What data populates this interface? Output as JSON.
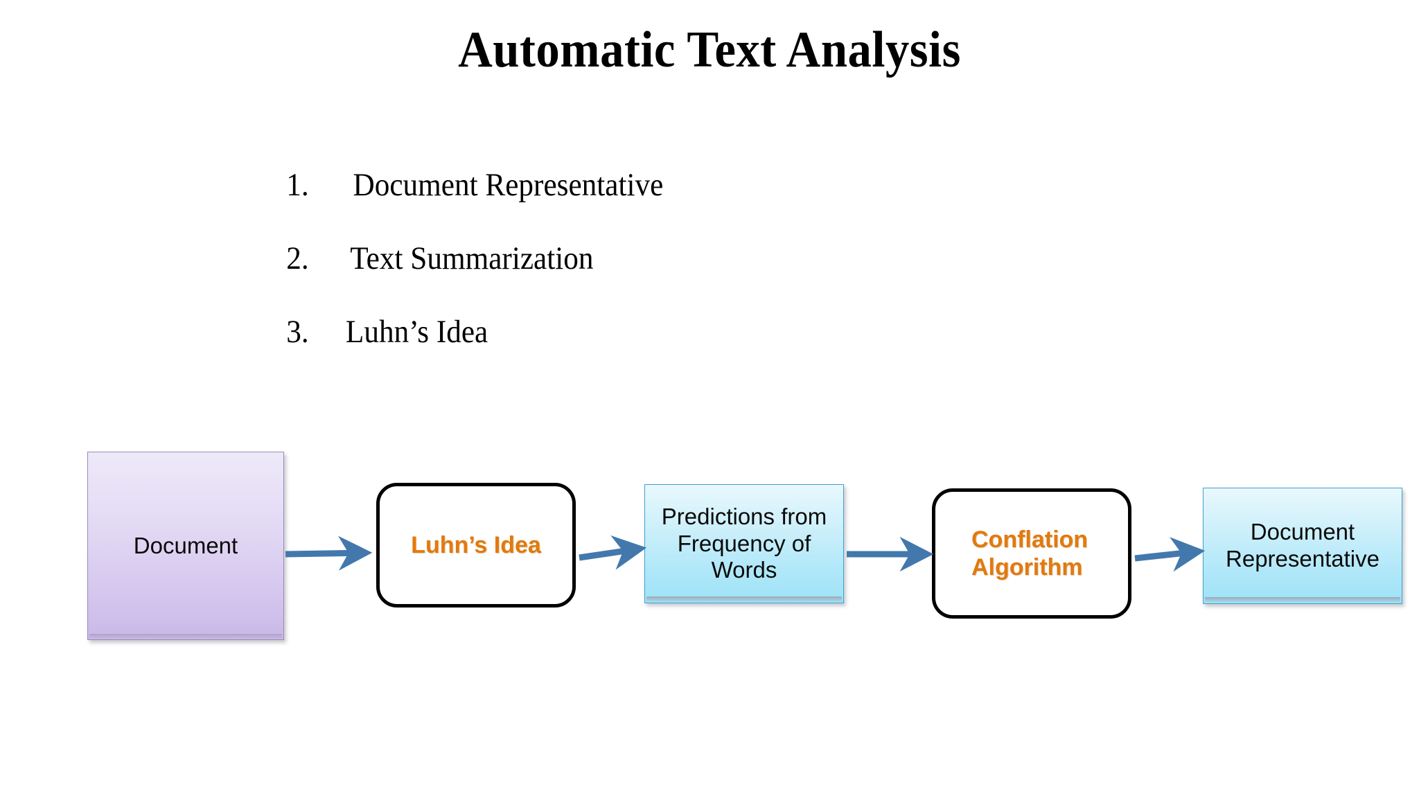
{
  "slide": {
    "title": "Automatic Text Analysis",
    "bullets": [
      {
        "number": "1.",
        "text": "Document Representative"
      },
      {
        "number": "2.",
        "text": "Text Summarization"
      },
      {
        "number": "3.",
        "text": "Luhn’s Idea"
      }
    ]
  },
  "diagram": {
    "type": "flowchart",
    "direction": "left-to-right",
    "nodes": [
      {
        "id": "document",
        "label": "Document",
        "style": "purple-rect"
      },
      {
        "id": "luhns-idea",
        "label": "Luhn’s Idea",
        "style": "white-rounded"
      },
      {
        "id": "predictions",
        "label": "Predictions from\nFrequency of\nWords",
        "style": "cyan-rect"
      },
      {
        "id": "conflation",
        "label": "Conflation\nAlgorithm",
        "style": "white-rounded"
      },
      {
        "id": "document-rep",
        "label": "Document\nRepresentative",
        "style": "cyan-rect"
      }
    ],
    "edges": [
      {
        "from": "document",
        "to": "luhns-idea",
        "arrow": "arrow-right-icon"
      },
      {
        "from": "luhns-idea",
        "to": "predictions",
        "arrow": "arrow-right-icon"
      },
      {
        "from": "predictions",
        "to": "conflation",
        "arrow": "arrow-right-icon"
      },
      {
        "from": "conflation",
        "to": "document-rep",
        "arrow": "arrow-right-icon"
      }
    ]
  },
  "colors": {
    "background": "#ffffff",
    "text": "#000000",
    "accent_orange": "#E3790E",
    "arrow_blue": "#4378AD",
    "purple_fill_top": "#eee9f9",
    "purple_fill_bottom": "#c9b8e8",
    "purple_border": "#9a8ab8",
    "cyan_fill_top": "#e9f8fd",
    "cyan_fill_bottom": "#9fe2f7",
    "cyan_border": "#3f9fd0"
  }
}
